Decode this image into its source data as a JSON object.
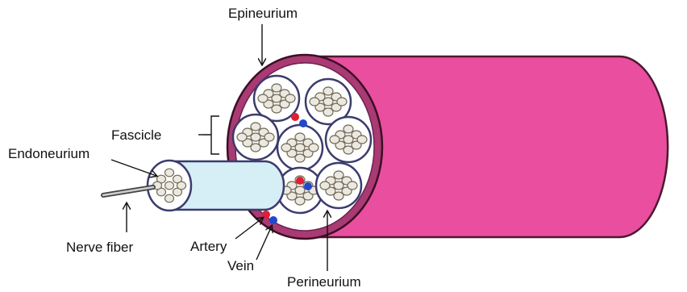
{
  "labels": {
    "epineurium": "Epineurium",
    "fascicle": "Fascicle",
    "endoneurium": "Endoneurium",
    "nerve_fiber": "Nerve fiber",
    "artery": "Artery",
    "vein": "Vein",
    "perineurium": "Perineurium"
  },
  "colors": {
    "nerve_body": "#ea4e9f",
    "epineurium_rim": "#8a1f56",
    "cross_section": "#ffffff",
    "fascicle_sheath": "#3b3b6d",
    "fiber_fill": "#ece8df",
    "fiber_outline": "#6f6a58",
    "fascicle_tube": "#d6eef6",
    "artery": "#e01e35",
    "vein": "#2148cc",
    "leader_line": "#111111"
  },
  "fascicle_count": 8
}
